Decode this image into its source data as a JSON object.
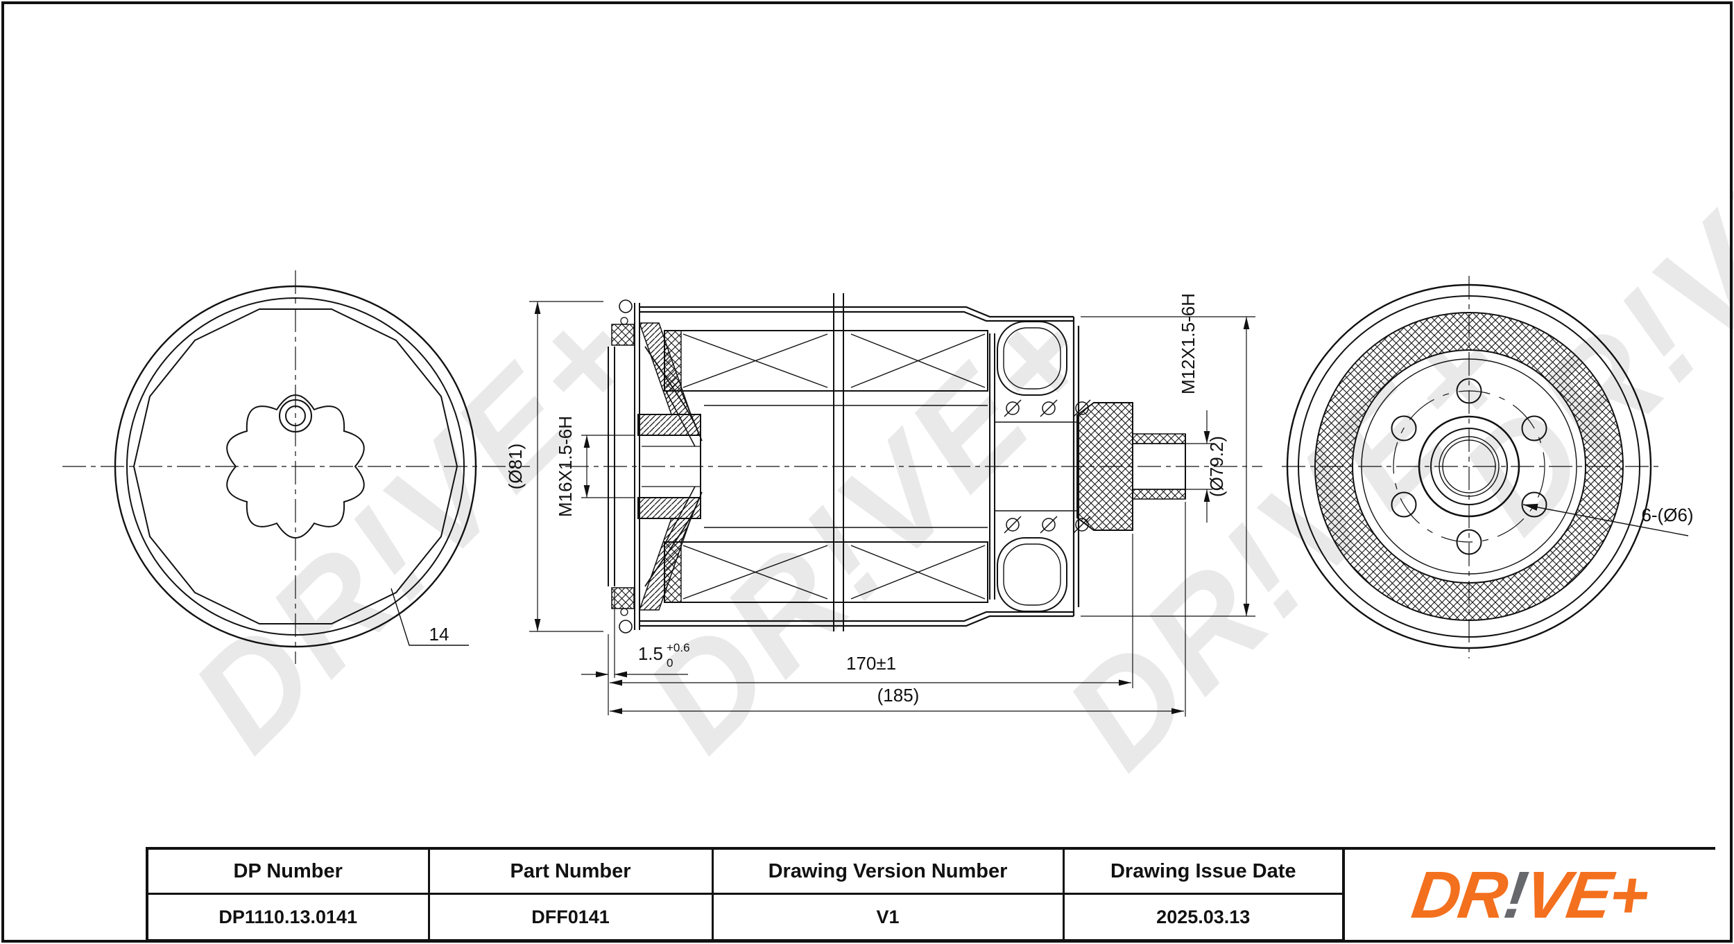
{
  "watermark": {
    "text": "DR!VE+"
  },
  "drawing": {
    "labels": {
      "dia81": "(Ø81)",
      "thread_left": "M16X1.5-6H",
      "thread_right": "M12X1.5-6H",
      "dia792": "(Ø79.2)",
      "length_inner": "170±1",
      "length_overall": "(185)",
      "lip_thickness": "1.5",
      "lip_tol_plus": "+0.6",
      "lip_tol_zero": "0",
      "hex_count": "14",
      "bolt_holes": "6-(Ø6)"
    }
  },
  "titleblock": {
    "columns": [
      {
        "label": "DP Number",
        "value": "DP1110.13.0141"
      },
      {
        "label": "Part Number",
        "value": "DFF0141"
      },
      {
        "label": "Drawing Version Number",
        "value": "V1"
      },
      {
        "label": "Drawing Issue Date",
        "value": "2025.03.13"
      }
    ]
  },
  "logo": {
    "part1": "DR",
    "bang": "!",
    "part2": "VE+"
  },
  "colors": {
    "line": "#111111",
    "logo_orange": "#f3701e",
    "logo_gray": "#67686c",
    "watermark": "#e9e9e9"
  }
}
